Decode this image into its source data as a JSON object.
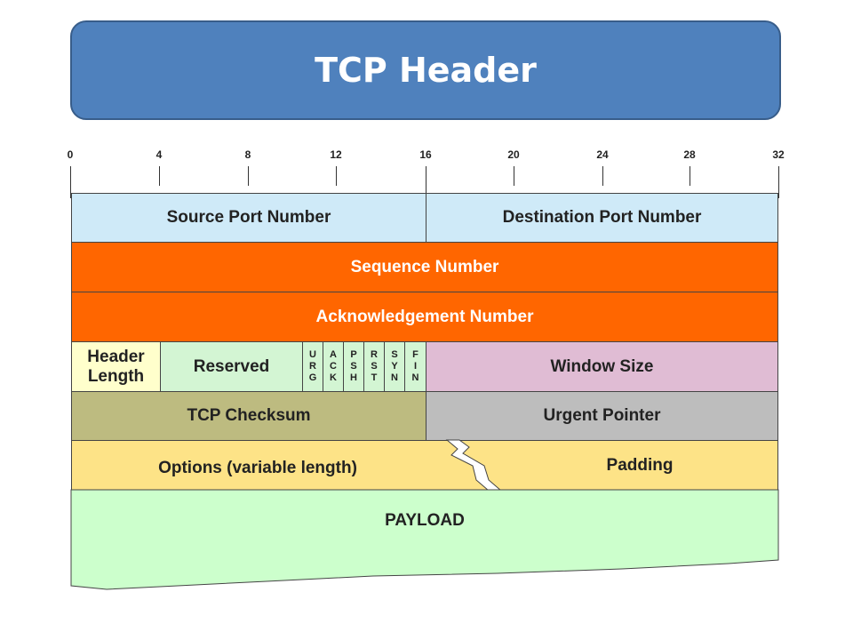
{
  "title": "TCP Header",
  "ruler": [
    "0",
    "4",
    "8",
    "12",
    "16",
    "20",
    "24",
    "28",
    "32"
  ],
  "fields": {
    "source_port": "Source Port Number",
    "destination_port": "Destination Port Number",
    "sequence_number": "Sequence Number",
    "ack_number": "Acknowledgement Number",
    "header_length_line1": "Header",
    "header_length_line2": "Length",
    "reserved": "Reserved",
    "window_size": "Window Size",
    "checksum": "TCP Checksum",
    "urgent_pointer": "Urgent Pointer",
    "options": "Options (variable length)",
    "padding": "Padding",
    "payload": "PAYLOAD"
  },
  "flags": [
    [
      "U",
      "R",
      "G"
    ],
    [
      "A",
      "C",
      "K"
    ],
    [
      "P",
      "S",
      "H"
    ],
    [
      "R",
      "S",
      "T"
    ],
    [
      "S",
      "Y",
      "N"
    ],
    [
      "F",
      "I",
      "N"
    ]
  ],
  "colors": {
    "title_bg": "#4f81bd",
    "port_row": "#cfeaf8",
    "seq_ack_rows": "#ff6600",
    "header_length": "#ffffcc",
    "reserved_flags": "#d3f5d3",
    "window_size": "#e0bcd4",
    "checksum": "#bdbb80",
    "urgent_pointer": "#bdbdbd",
    "options_row": "#fde387",
    "payload": "#ccffcc"
  }
}
